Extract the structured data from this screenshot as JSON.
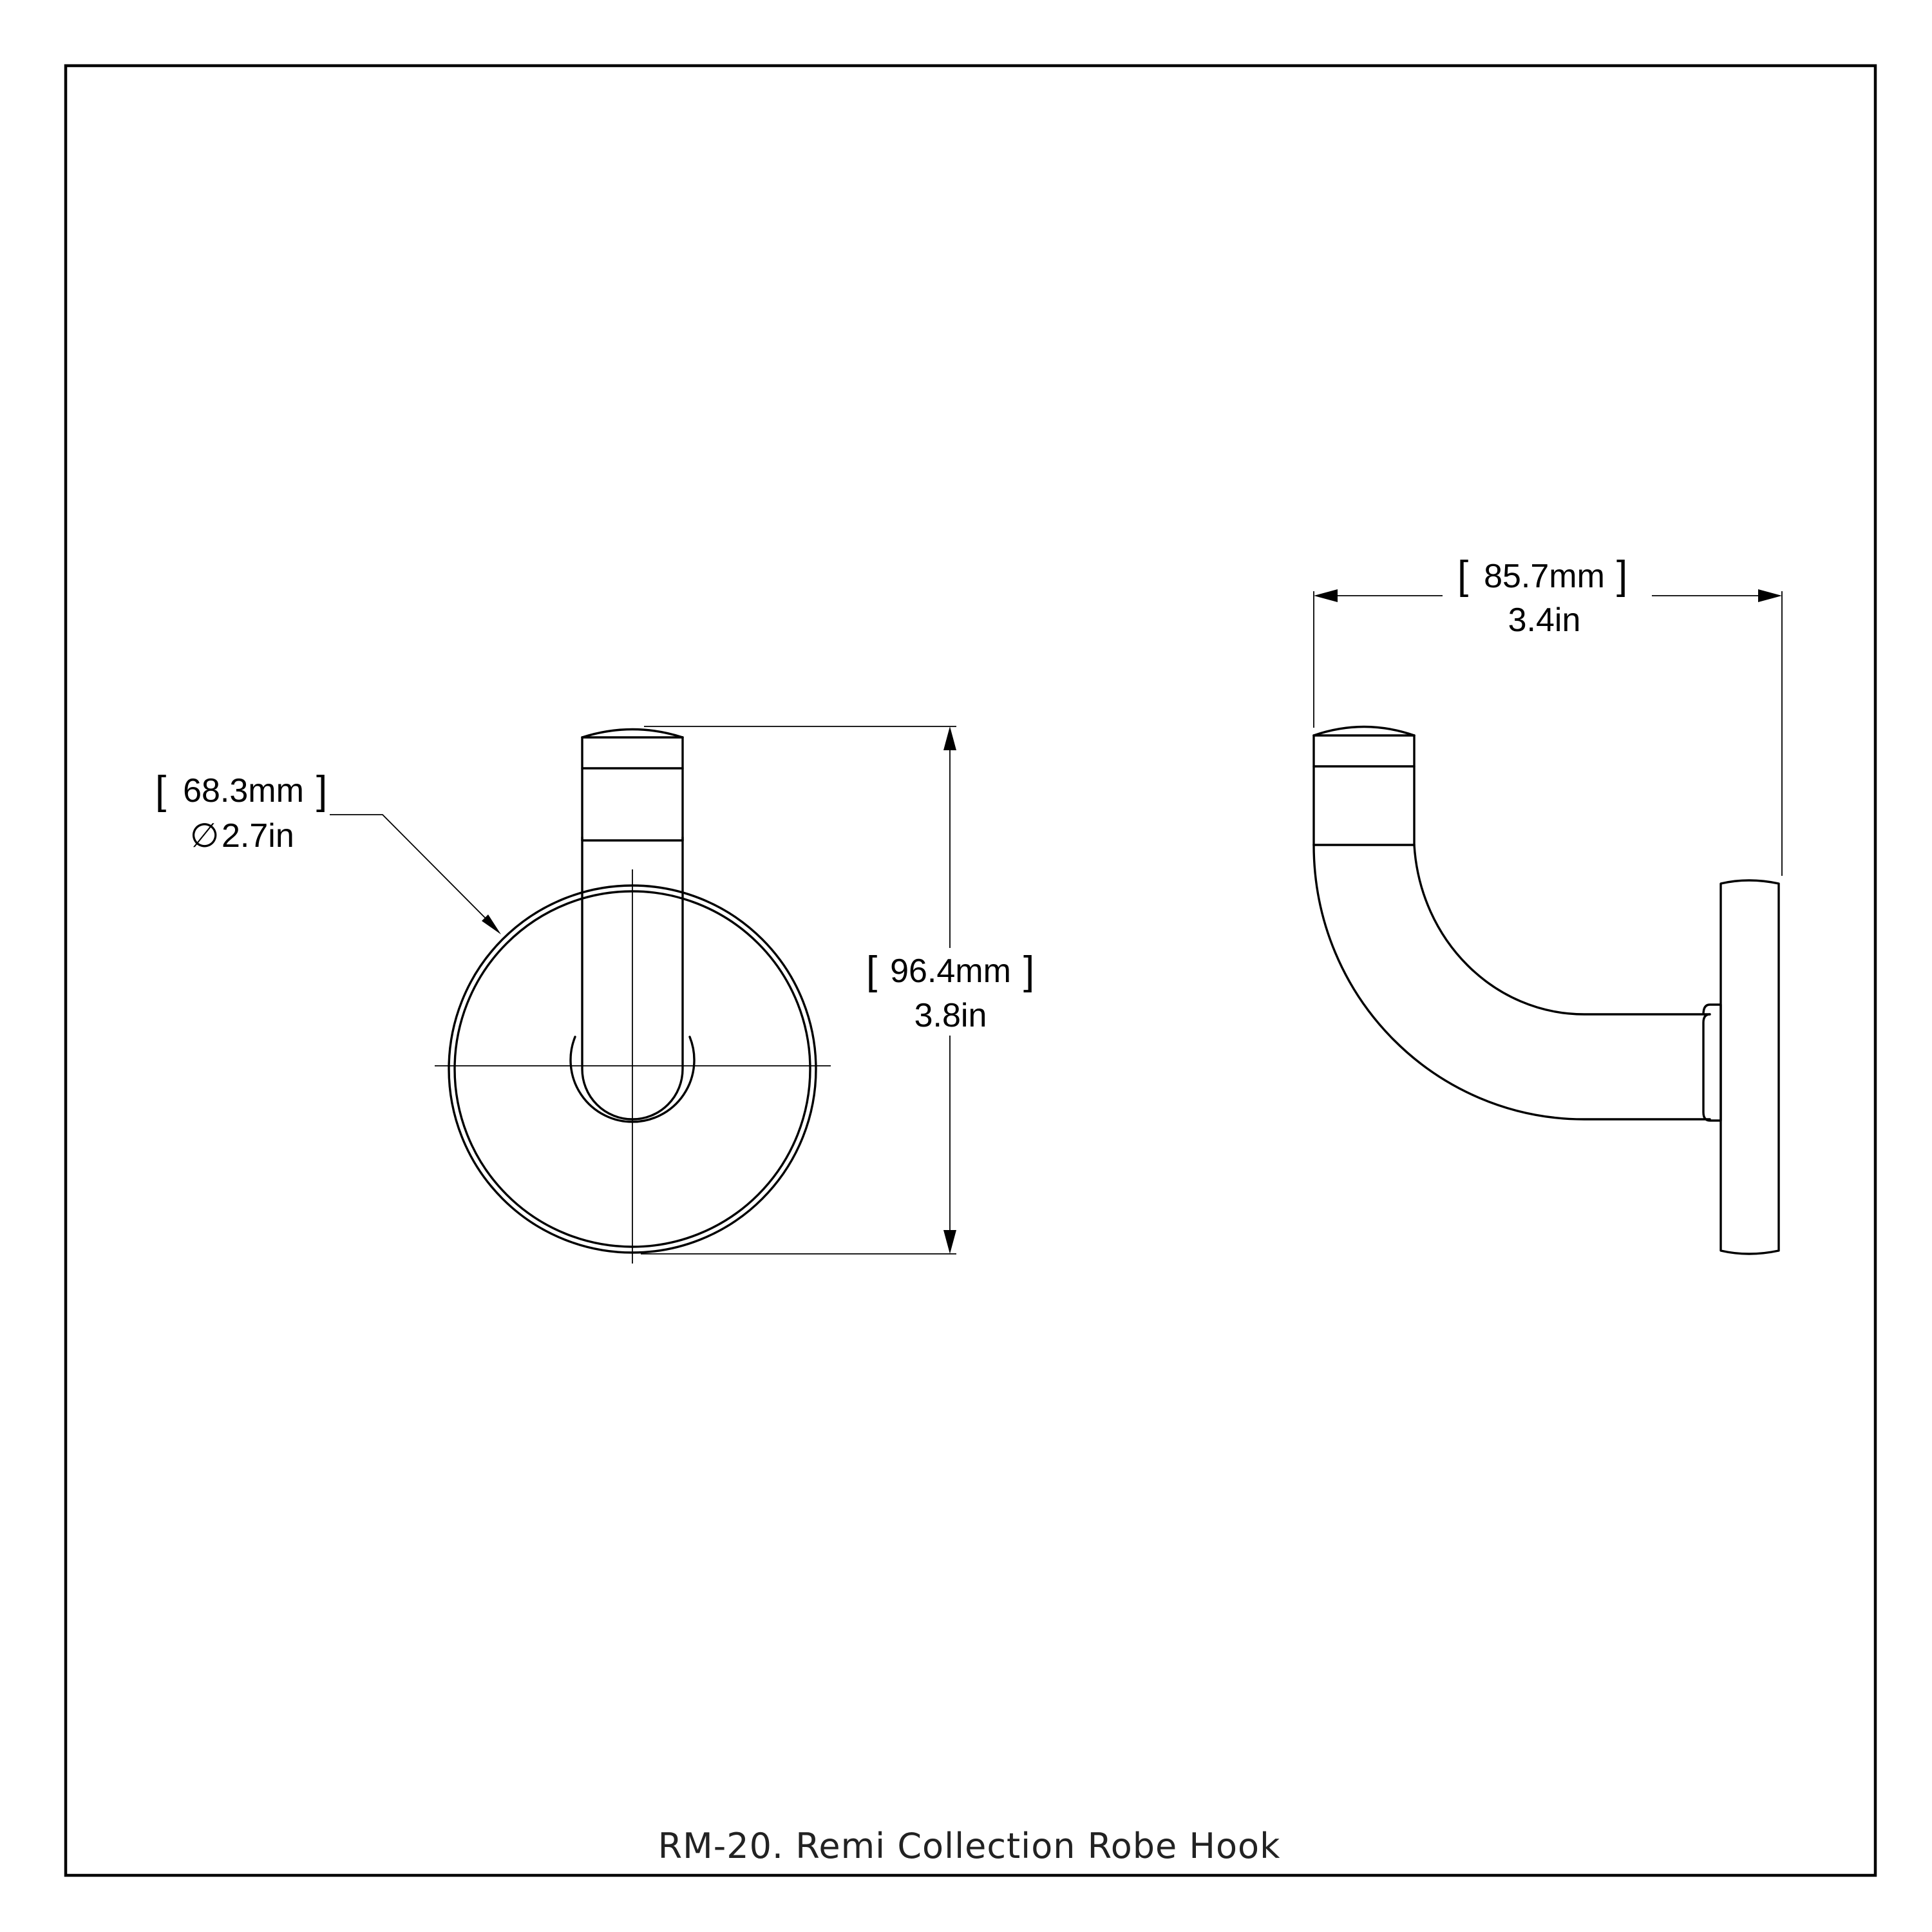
{
  "caption": "RM-20. Remi Collection Robe Hook",
  "dimensions": {
    "diameter": {
      "metric": "68.3mm",
      "imperial": "2.7in",
      "symbol": "∅"
    },
    "height": {
      "metric": "96.4mm",
      "imperial": "3.8in"
    },
    "depth": {
      "metric": "85.7mm",
      "imperial": "3.4in"
    }
  },
  "bracket": {
    "open": "[",
    "close": "]"
  }
}
